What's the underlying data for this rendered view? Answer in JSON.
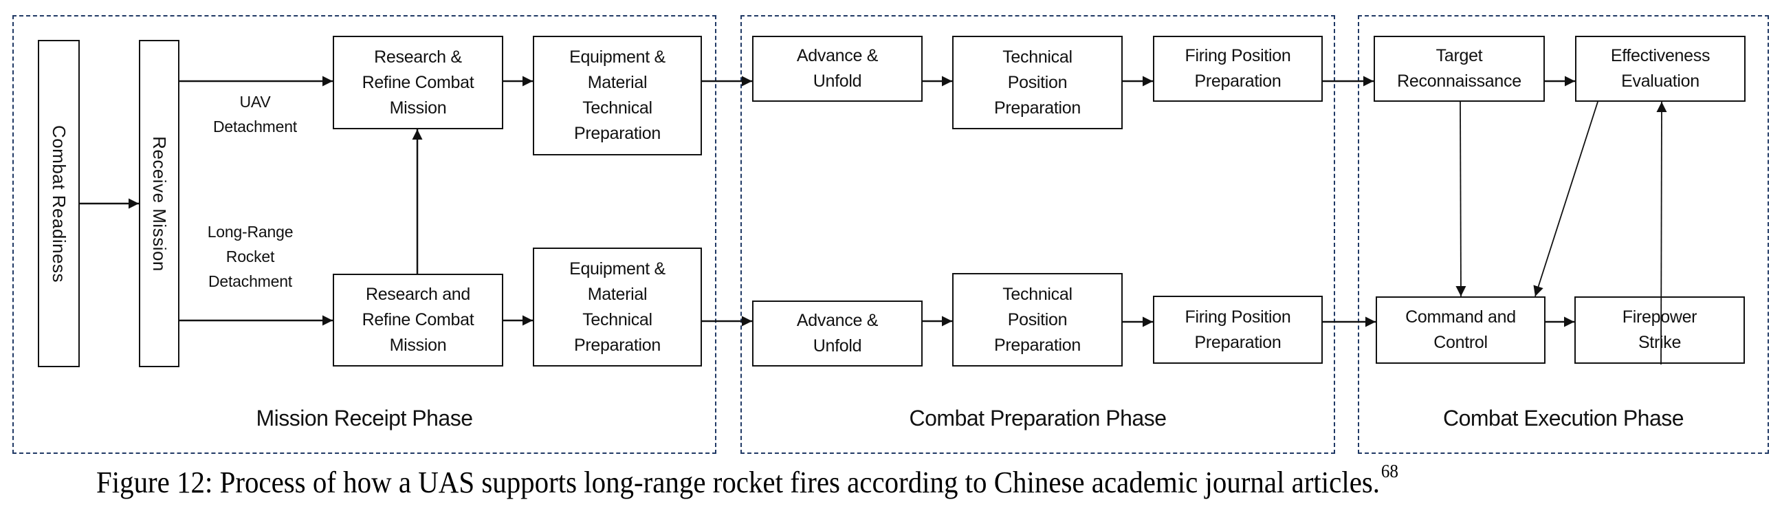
{
  "figure": {
    "caption": "Figure 12: Process of how a UAS supports long-range rocket fires according to Chinese academic journal articles.",
    "footnote": "68"
  },
  "phases": [
    {
      "id": "mission-receipt",
      "label": "Mission Receipt Phase"
    },
    {
      "id": "combat-preparation",
      "label": "Combat Preparation Phase"
    },
    {
      "id": "combat-execution",
      "label": "Combat Execution Phase"
    }
  ],
  "nodes": {
    "combat_readiness": "Combat Readiness",
    "receive_mission": "Receive Mission",
    "uav_research": "Research &\nRefine Combat\nMission",
    "uav_equipment": "Equipment &\nMaterial\nTechnical\nPreparation",
    "uav_advance": "Advance &\nUnfold",
    "uav_technical_position": "Technical\nPosition\nPreparation",
    "uav_firing_position": "Firing Position\nPreparation",
    "rocket_research": "Research and\nRefine Combat\nMission",
    "rocket_equipment": "Equipment &\nMaterial\nTechnical\nPreparation",
    "rocket_advance": "Advance &\nUnfold",
    "rocket_technical_position": "Technical\nPosition\nPreparation",
    "rocket_firing_position": "Firing Position\nPreparation",
    "target_reconnaissance": "Target\nReconnaissance",
    "effectiveness_evaluation": "Effectiveness\nEvaluation",
    "command_and_control": "Command and\nControl",
    "firepower_strike": "Firepower\nStrike"
  },
  "branch_labels": {
    "uav": "UAV\nDetachment",
    "rocket": "Long-Range\nRocket\nDetachment"
  },
  "edges": [
    {
      "from": "combat_readiness",
      "to": "receive_mission"
    },
    {
      "from": "receive_mission",
      "to": "uav_research",
      "label": "UAV Detachment"
    },
    {
      "from": "receive_mission",
      "to": "rocket_research",
      "label": "Long-Range Rocket Detachment"
    },
    {
      "from": "rocket_research",
      "to": "uav_research"
    },
    {
      "from": "uav_research",
      "to": "uav_equipment"
    },
    {
      "from": "uav_equipment",
      "to": "uav_advance"
    },
    {
      "from": "uav_advance",
      "to": "uav_technical_position"
    },
    {
      "from": "uav_technical_position",
      "to": "uav_firing_position"
    },
    {
      "from": "uav_firing_position",
      "to": "target_reconnaissance"
    },
    {
      "from": "rocket_research",
      "to": "rocket_equipment"
    },
    {
      "from": "rocket_equipment",
      "to": "rocket_advance"
    },
    {
      "from": "rocket_advance",
      "to": "rocket_technical_position"
    },
    {
      "from": "rocket_technical_position",
      "to": "rocket_firing_position"
    },
    {
      "from": "rocket_firing_position",
      "to": "command_and_control"
    },
    {
      "from": "target_reconnaissance",
      "to": "effectiveness_evaluation"
    },
    {
      "from": "target_reconnaissance",
      "to": "command_and_control"
    },
    {
      "from": "effectiveness_evaluation",
      "to": "command_and_control"
    },
    {
      "from": "command_and_control",
      "to": "firepower_strike"
    },
    {
      "from": "firepower_strike",
      "to": "effectiveness_evaluation"
    }
  ],
  "colors": {
    "phase_border": "#1f3864",
    "node_border": "#111111",
    "arrow": "#111111"
  }
}
